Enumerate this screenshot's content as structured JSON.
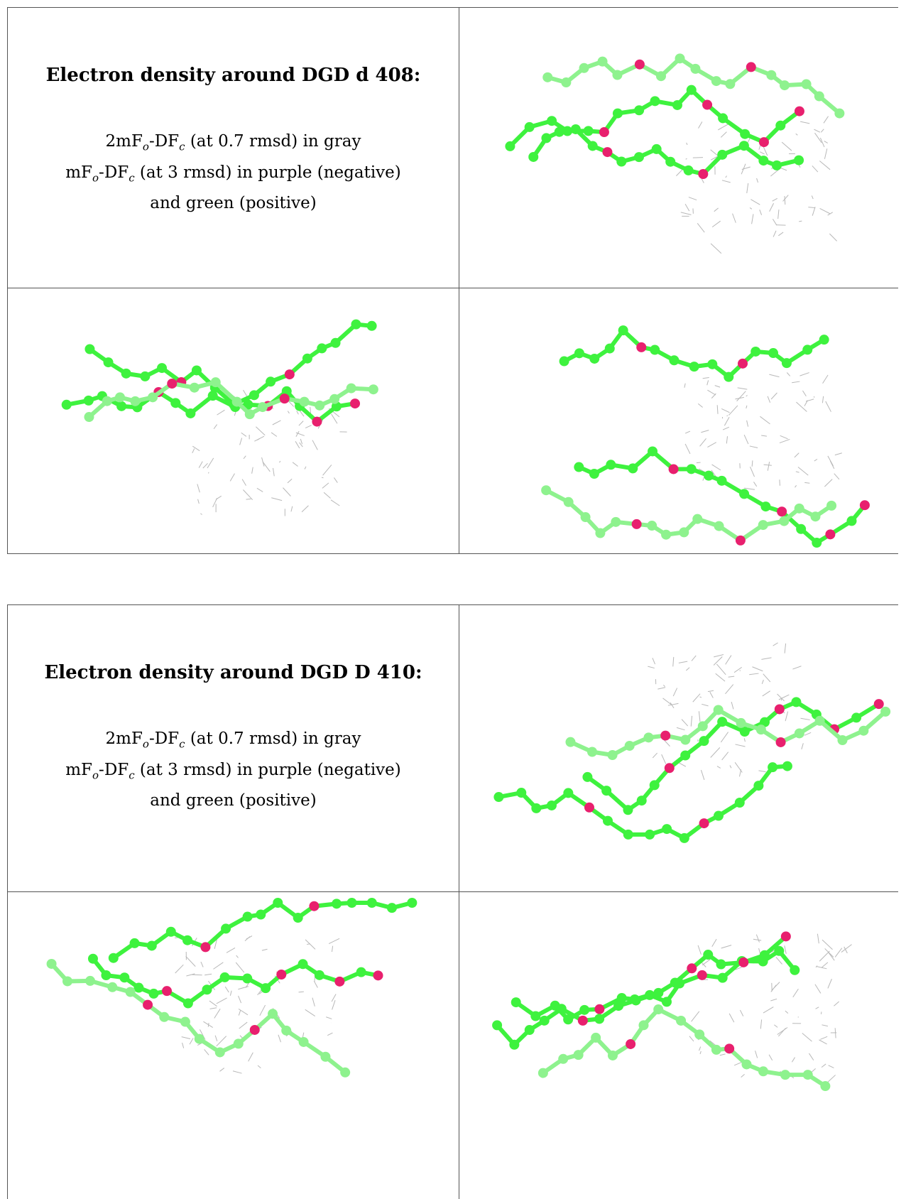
{
  "panels": [
    {
      "heading": "Electron density around DGD d 408:",
      "line1_a": "2mF",
      "line1_sub1": "o",
      "line1_b": "-DF",
      "line1_sub2": "c",
      "line1_c": " (at 0.7 rmsd) in gray",
      "line2_a": "mF",
      "line2_sub1": "o",
      "line2_b": "-DF",
      "line2_sub2": "c",
      "line2_c": " (at 3 rmsd) in purple (negative)",
      "line3": "and green (positive)"
    },
    {
      "heading": "Electron density around DGD D 410:",
      "line1_a": "2mF",
      "line1_sub1": "o",
      "line1_b": "-DF",
      "line1_sub2": "c",
      "line1_c": " (at 0.7 rmsd) in gray",
      "line2_a": "mF",
      "line2_sub1": "o",
      "line2_b": "-DF",
      "line2_sub2": "c",
      "line2_c": " (at 3 rmsd) in purple (negative)",
      "line3": "and green (positive)"
    }
  ],
  "colors": {
    "carbon": "#3ef23e",
    "carbon_faded": "#8ef28e",
    "oxygen": "#e8206e",
    "mesh": "#b8b8b8",
    "border": "#555555"
  }
}
